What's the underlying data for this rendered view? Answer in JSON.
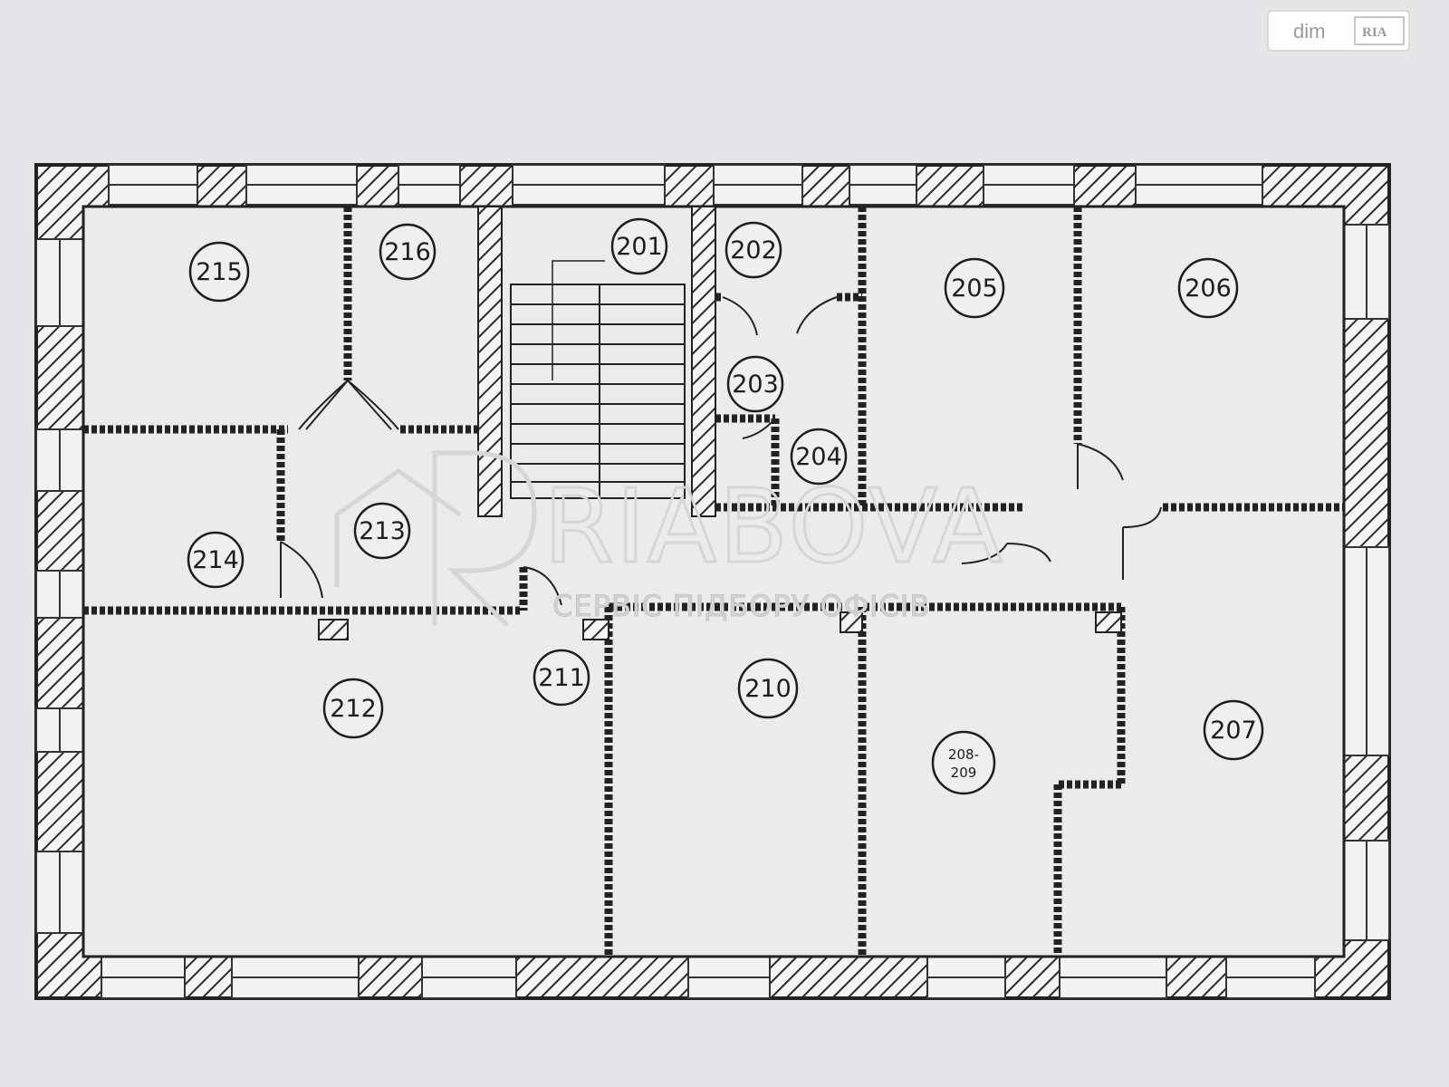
{
  "badge": {
    "text1": "dim",
    "text2": "RIA"
  },
  "watermark": {
    "brand": "RIABOVA",
    "tagline": "СЕРВІС ПІДБОРУ ОФІСІВ"
  },
  "rooms": [
    {
      "id": "201",
      "label": "201"
    },
    {
      "id": "202",
      "label": "202"
    },
    {
      "id": "203",
      "label": "203"
    },
    {
      "id": "204",
      "label": "204"
    },
    {
      "id": "205",
      "label": "205"
    },
    {
      "id": "206",
      "label": "206"
    },
    {
      "id": "207",
      "label": "207"
    },
    {
      "id": "208",
      "label": "208-",
      "label2": "209"
    },
    {
      "id": "210",
      "label": "210"
    },
    {
      "id": "211",
      "label": "211"
    },
    {
      "id": "212",
      "label": "212"
    },
    {
      "id": "213",
      "label": "213"
    },
    {
      "id": "214",
      "label": "214"
    },
    {
      "id": "215",
      "label": "215"
    },
    {
      "id": "216",
      "label": "216"
    }
  ]
}
